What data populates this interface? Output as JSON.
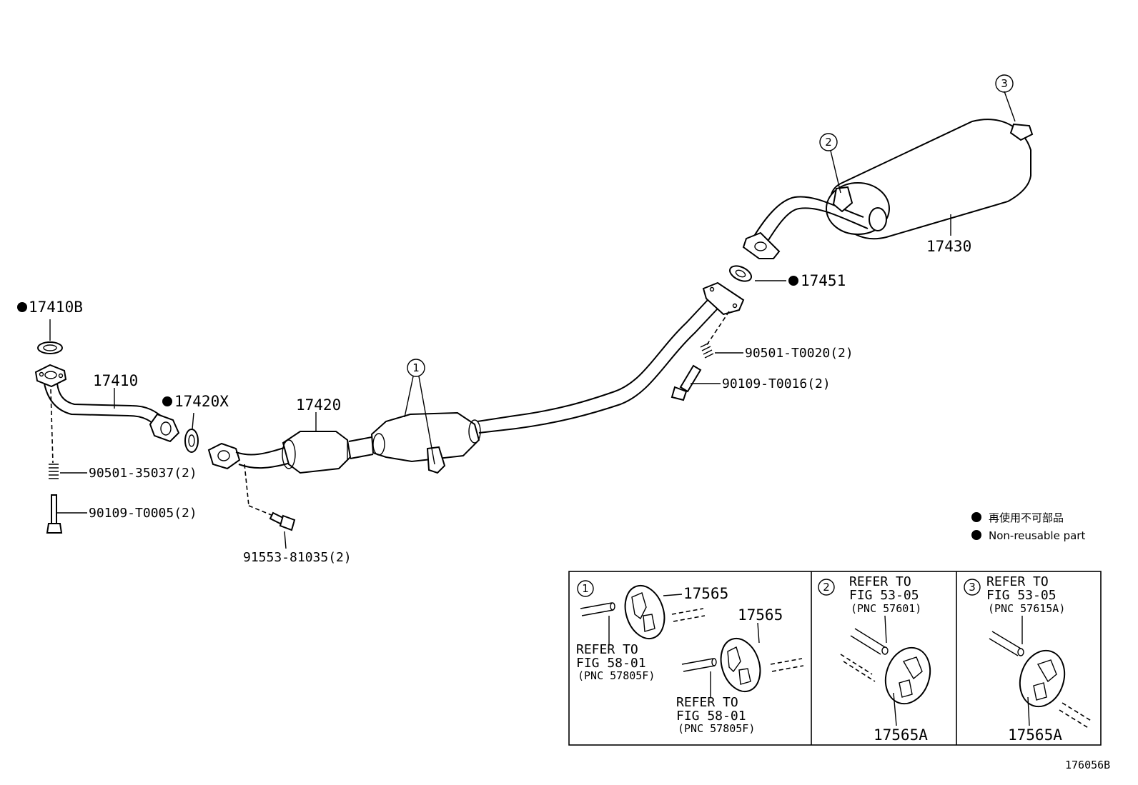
{
  "parts": {
    "p17410B": "17410B",
    "p17410": "17410",
    "p17420X": "17420X",
    "p17420": "17420",
    "p17430": "17430",
    "p17451": "17451",
    "p90501_35037": "90501-35037(2)",
    "p90109_T0005": "90109-T0005(2)",
    "p91553_81035": "91553-81035(2)",
    "p90501_T0020": "90501-T0020(2)",
    "p90109_T0016": "90109-T0016(2)"
  },
  "callouts": {
    "c1": "1",
    "c2": "2",
    "c3": "3"
  },
  "legend": {
    "jp": "再使用不可部品",
    "en": "Non-reusable part"
  },
  "detail1": {
    "num": "1",
    "part_a": "17565",
    "part_b": "17565",
    "ref_a": [
      "REFER TO",
      "FIG 58-01",
      "(PNC 57805F)"
    ],
    "ref_b": [
      "REFER TO",
      "FIG 58-01",
      "(PNC 57805F)"
    ]
  },
  "detail2": {
    "num": "2",
    "ref": [
      "REFER TO",
      "FIG 53-05",
      "(PNC 57601)"
    ],
    "part": "17565A"
  },
  "detail3": {
    "num": "3",
    "ref": [
      "REFER TO",
      "FIG 53-05",
      "(PNC 57615A)"
    ],
    "part": "17565A"
  },
  "figure_id": "176056B"
}
